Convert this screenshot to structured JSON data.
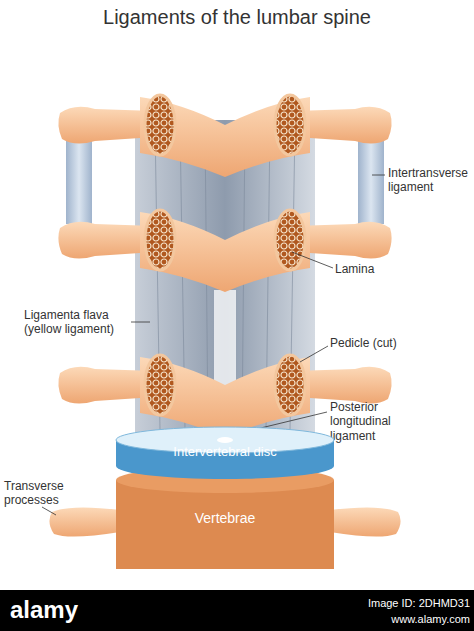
{
  "diagram": {
    "title": "Ligaments of the lumbar spine",
    "nodes": [
      {
        "text": [
          "Intervertebral disc"
        ]
      },
      {
        "text": [
          "Vertebrae"
        ]
      }
    ],
    "labels": [
      "Intertransverse ligament",
      "Lamina",
      "Ligamenta flava (yellow ligament)",
      "Pedicle (cut)",
      "Posterior longitudinal ligament",
      "Transverse processes",
      "alamy",
      "Image ID: 2DHMD31",
      "www.alamy.com"
    ]
  }
}
